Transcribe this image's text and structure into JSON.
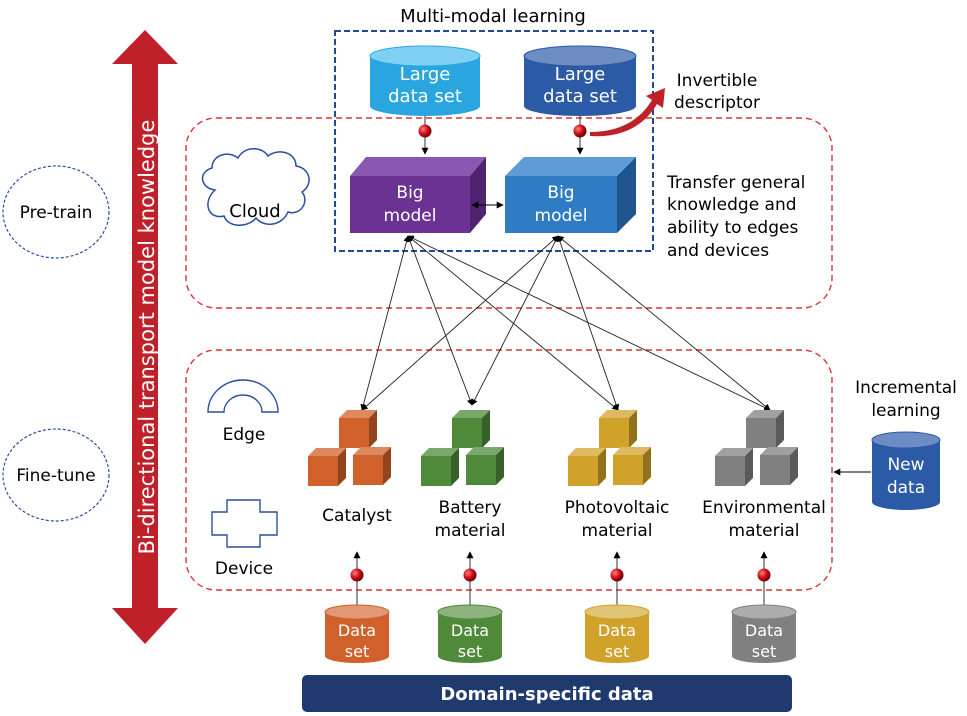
{
  "side_arrow": {
    "label": "Bi-directional transport model knowledge",
    "color": "#c0202a"
  },
  "stages": {
    "pretrain": "Pre-train",
    "finetune": "Fine-tune"
  },
  "multimodal": {
    "title": "Multi-modal learning"
  },
  "cloud": {
    "label": "Cloud",
    "datasets": [
      {
        "line1": "Large",
        "line2": "data set",
        "color": "#29a6e0"
      },
      {
        "line1": "Large",
        "line2": "data set",
        "color": "#2b5aa6"
      }
    ],
    "models": [
      {
        "line1": "Big",
        "line2": "model",
        "color": "#6b3294"
      },
      {
        "line1": "Big",
        "line2": "model",
        "color": "#2f7cc4"
      }
    ],
    "descriptor": {
      "line1": "Invertible",
      "line2": "descriptor"
    },
    "transfer_text": [
      "Transfer general",
      "knowledge and",
      "ability to edges",
      "and devices"
    ]
  },
  "edge_device": {
    "edge_label": "Edge",
    "device_label": "Device"
  },
  "domains": [
    {
      "line1": "Catalyst",
      "line2": "",
      "color": "#d0612a",
      "ds1": "Data",
      "ds2": "set"
    },
    {
      "line1": "Battery",
      "line2": "material",
      "color": "#4f8a3a",
      "ds1": "Data",
      "ds2": "set"
    },
    {
      "line1": "Photovoltaic",
      "line2": "material",
      "color": "#d1a22a",
      "ds1": "Data",
      "ds2": "set"
    },
    {
      "line1": "Environmental",
      "line2": "material",
      "color": "#808080",
      "ds1": "Data",
      "ds2": "set"
    }
  ],
  "incremental": {
    "line1": "Incremental",
    "line2": "learning",
    "ds1": "New",
    "ds2": "data",
    "color": "#2b5aa6"
  },
  "footer": {
    "label": "Domain-specific data",
    "color": "#1e3a6e"
  }
}
